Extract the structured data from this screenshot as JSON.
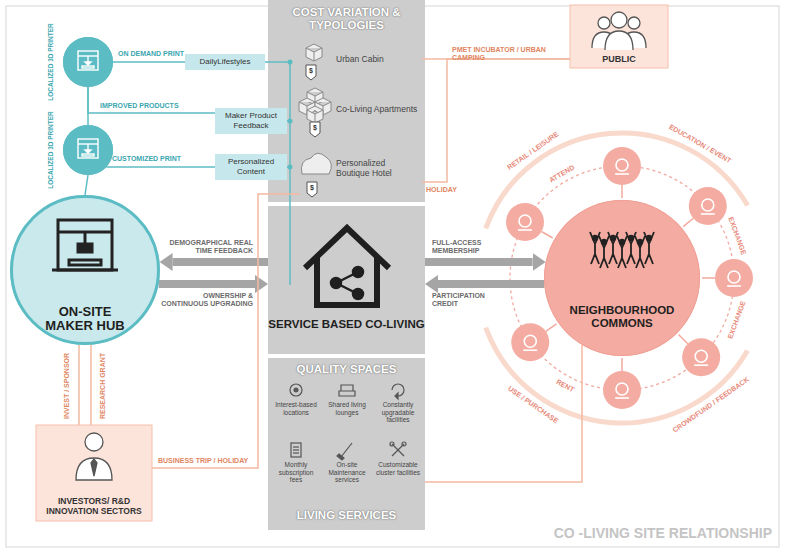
{
  "diagram": {
    "nodes": [
      {
        "text": [
          "LOCALIZED 3D PRINTER"
        ]
      },
      {
        "text": [
          "LOCALIZED 3D PRINTER"
        ]
      },
      {
        "text": [
          "ON-SITE MAKER HUB"
        ]
      },
      {
        "text": [
          "DailyLifestyles"
        ]
      },
      {
        "text": [
          "Maker Product Feedback"
        ]
      },
      {
        "text": [
          "Personalized Content"
        ]
      },
      {
        "text": [
          "COST VARIATION & TYPOLOGIES"
        ]
      },
      {
        "text": [
          "Urban Cabin"
        ],
        "in": 6
      },
      {
        "text": [
          "Co-Living Apartments"
        ],
        "in": 6
      },
      {
        "text": [
          "Personalized Boutique Hotel"
        ],
        "in": 6
      },
      {
        "text": [
          "SERVICE BASED CO-LIVING"
        ]
      },
      {
        "text": [
          "QUALITY SPACES",
          "LIVING SERVICES"
        ]
      },
      {
        "text": [
          "Interest-based locations"
        ],
        "in": 11
      },
      {
        "text": [
          "Shared living lounges"
        ],
        "in": 11
      },
      {
        "text": [
          "Constantly upgradable facilities"
        ],
        "in": 11
      },
      {
        "text": [
          "Monthly subscription fees"
        ],
        "in": 11
      },
      {
        "text": [
          "On-site Maintenance services"
        ],
        "in": 11
      },
      {
        "text": [
          "Customizable cluster facilities"
        ],
        "in": 11
      },
      {
        "text": [
          "PUBLIC"
        ]
      },
      {
        "text": [
          "INVESTORS/ R&D INNOVATION SECTORS"
        ]
      },
      {
        "text": [
          "NEIGHBOURHOOD COMMONS"
        ]
      }
    ],
    "edges": [
      {
        "from": 0,
        "to": 3,
        "label": "ON DEMAND PRINT",
        "arrow": "none"
      },
      {
        "from": 0,
        "to": 4,
        "label": "IMPROVED PRODUCTS",
        "arrow": "none"
      },
      {
        "from": 1,
        "to": 5,
        "label": "CUSTOMIZED PRINT",
        "arrow": "none"
      },
      {
        "from": 0,
        "to": 1,
        "arrow": "none"
      },
      {
        "from": 1,
        "to": 2,
        "arrow": "none"
      },
      {
        "from": 10,
        "to": 2,
        "label": "DEMOGRAPHICAL REAL TIME FEEDBACK",
        "arrow": "to"
      },
      {
        "from": 2,
        "to": 10,
        "label": "OWNERSHIP & CONTINUOUS UPGRADING",
        "arrow": "to"
      },
      {
        "from": 10,
        "to": 20,
        "label": "FULL-ACCESS MEMBERSHIP",
        "arrow": "to"
      },
      {
        "from": 20,
        "to": 10,
        "label": "PARTICIPATION CREDIT",
        "arrow": "to"
      },
      {
        "from": 2,
        "to": 19,
        "label": "INVEST / SPONSOR",
        "arrow": "none"
      },
      {
        "from": 2,
        "to": 19,
        "label": "RESEARCH GRANT",
        "arrow": "none"
      },
      {
        "from": 19,
        "to": 9,
        "label": "BUSINESS TRIP / HOLIDAY",
        "arrow": "none"
      },
      {
        "from": 18,
        "to": 7,
        "label": "PMET INCUBATOR / URBAN CAMPING",
        "arrow": "none"
      },
      {
        "from": 18,
        "to": 9,
        "label": "HOLIDAY",
        "arrow": "none"
      },
      {
        "from": 20,
        "to": 11,
        "arrow": "none"
      }
    ],
    "labels": [
      "RETAIL / LEISURE",
      "EDUCATION / EVENT",
      "ATTEND",
      "EXCHANGE",
      "EXCHANGE",
      "RENT",
      "USE / PURCHASE",
      "CROWDFUND / FEEDBACK",
      "$",
      "$",
      "$",
      "CO -LIVING SITE RELATIONSHIP"
    ]
  }
}
